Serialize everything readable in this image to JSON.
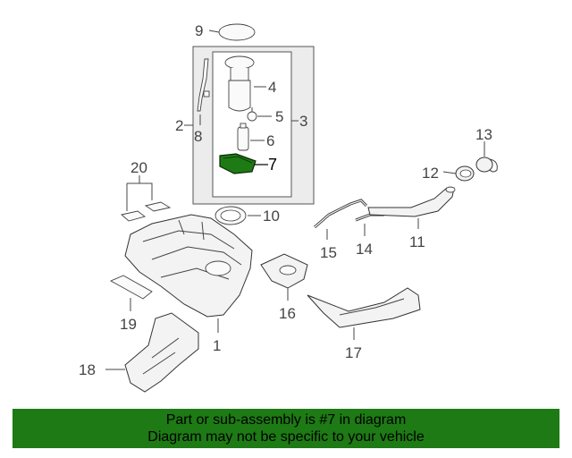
{
  "callouts": {
    "c1": "1",
    "c2": "2",
    "c3": "3",
    "c4": "4",
    "c5": "5",
    "c6": "6",
    "c7": "7",
    "c8": "8",
    "c9": "9",
    "c10": "10",
    "c11": "11",
    "c12": "12",
    "c13": "13",
    "c14": "14",
    "c15": "15",
    "c16": "16",
    "c17": "17",
    "c18": "18",
    "c19": "19",
    "c20": "20"
  },
  "highlighted_part": "7",
  "colors": {
    "highlight": "#1d7a14",
    "banner": "#1d7a14"
  },
  "banner": {
    "line1": "Part or sub-assembly is #7 in diagram",
    "line2": "Diagram may not be specific to your vehicle"
  }
}
